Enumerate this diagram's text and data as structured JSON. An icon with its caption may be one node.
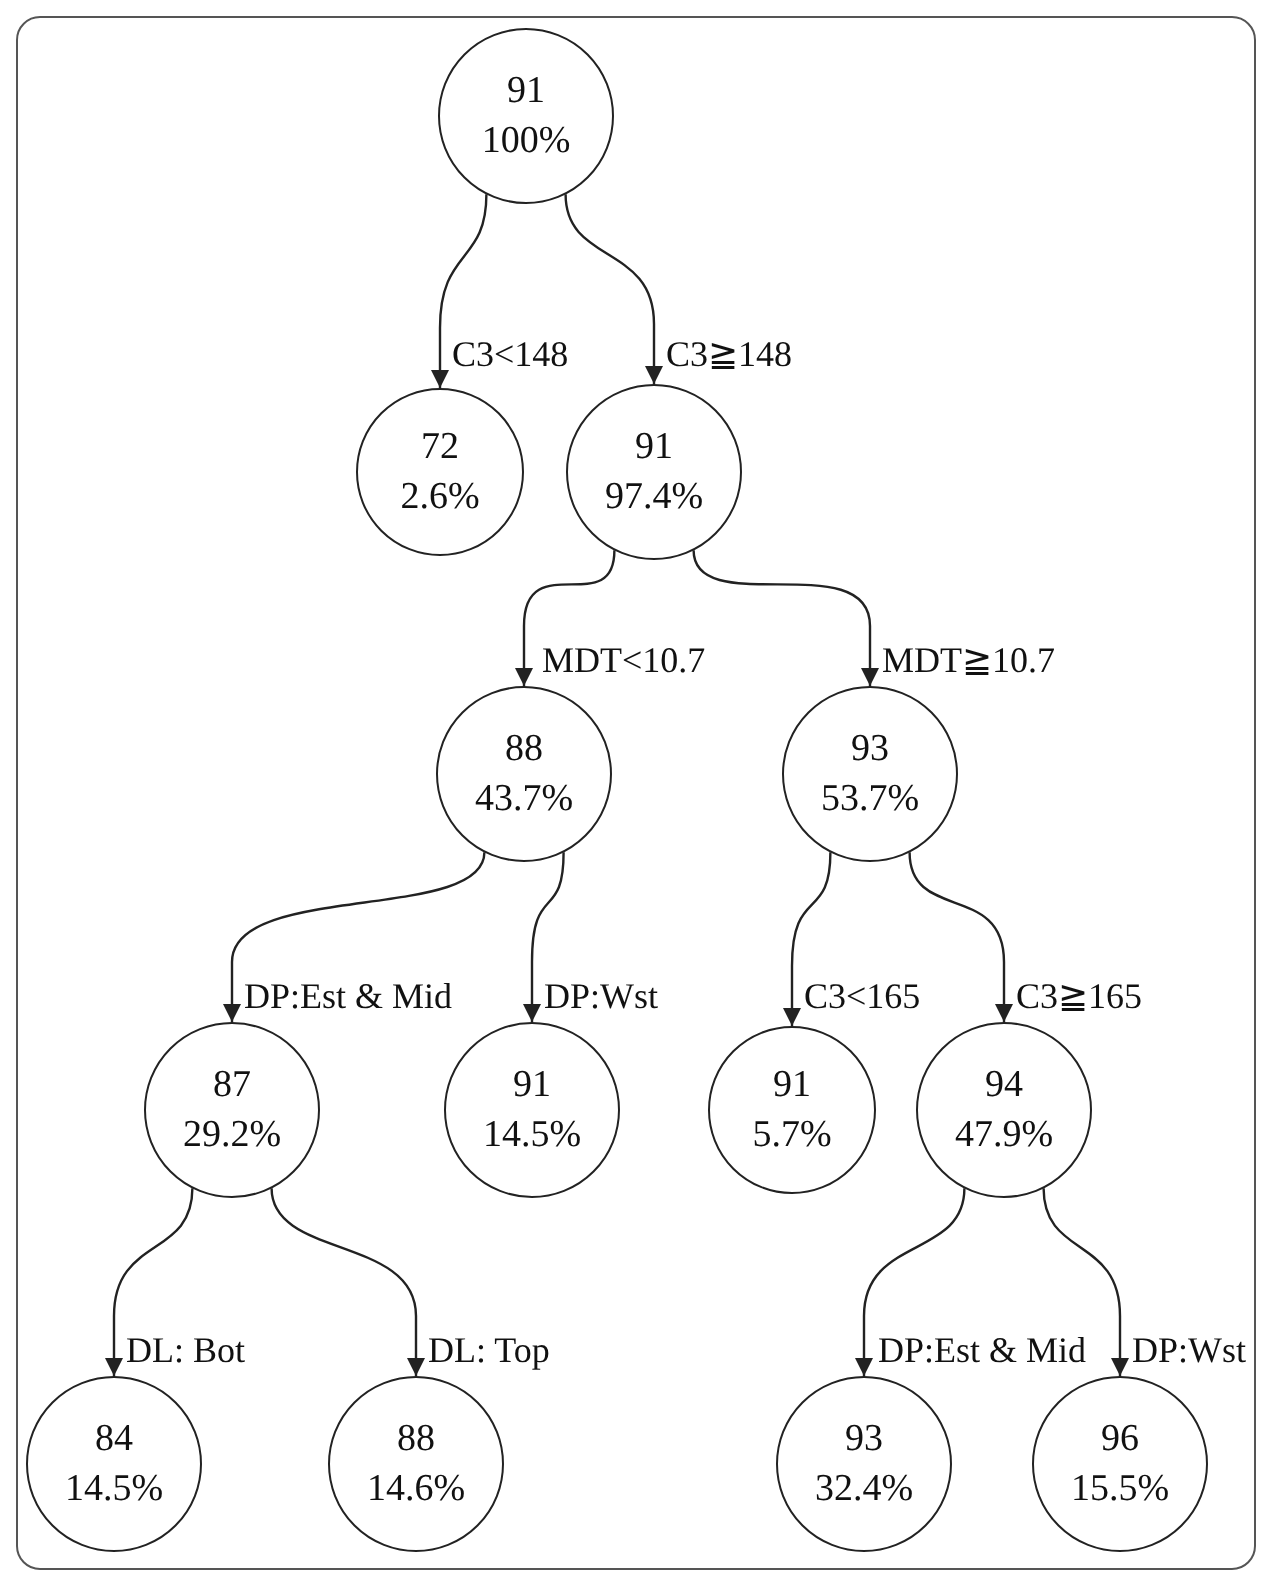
{
  "diagram": {
    "nodes": [
      {
        "text": [
          "91",
          "100%"
        ]
      },
      {
        "text": [
          "72",
          "2.6%"
        ]
      },
      {
        "text": [
          "91",
          "97.4%"
        ]
      },
      {
        "text": [
          "88",
          "43.7%"
        ]
      },
      {
        "text": [
          "93",
          "53.7%"
        ]
      },
      {
        "text": [
          "87",
          "29.2%"
        ]
      },
      {
        "text": [
          "91",
          "14.5%"
        ]
      },
      {
        "text": [
          "91",
          "5.7%"
        ]
      },
      {
        "text": [
          "94",
          "47.9%"
        ]
      },
      {
        "text": [
          "84",
          "14.5%"
        ]
      },
      {
        "text": [
          "88",
          "14.6%"
        ]
      },
      {
        "text": [
          "93",
          "32.4%"
        ]
      },
      {
        "text": [
          "96",
          "15.5%"
        ]
      }
    ],
    "edges": [
      {
        "from": 0,
        "to": 1,
        "arrow": "to",
        "label": "C3<148"
      },
      {
        "from": 0,
        "to": 2,
        "arrow": "to",
        "label": "C3≧148"
      },
      {
        "from": 2,
        "to": 3,
        "arrow": "to",
        "label": "MDT<10.7"
      },
      {
        "from": 2,
        "to": 4,
        "arrow": "to",
        "label": "MDT≧10.7"
      },
      {
        "from": 3,
        "to": 5,
        "arrow": "to",
        "label": "DP:Est & Mid"
      },
      {
        "from": 3,
        "to": 6,
        "arrow": "to",
        "label": "DP:Wst"
      },
      {
        "from": 4,
        "to": 7,
        "arrow": "to",
        "label": "C3<165"
      },
      {
        "from": 4,
        "to": 8,
        "arrow": "to",
        "label": "C3≧165"
      },
      {
        "from": 5,
        "to": 9,
        "arrow": "to",
        "label": "DL: Bot"
      },
      {
        "from": 5,
        "to": 10,
        "arrow": "to",
        "label": "DL: Top"
      },
      {
        "from": 8,
        "to": 11,
        "arrow": "to",
        "label": "DP:Est & Mid"
      },
      {
        "from": 8,
        "to": 12,
        "arrow": "to",
        "label": "DP:Wst"
      }
    ]
  }
}
